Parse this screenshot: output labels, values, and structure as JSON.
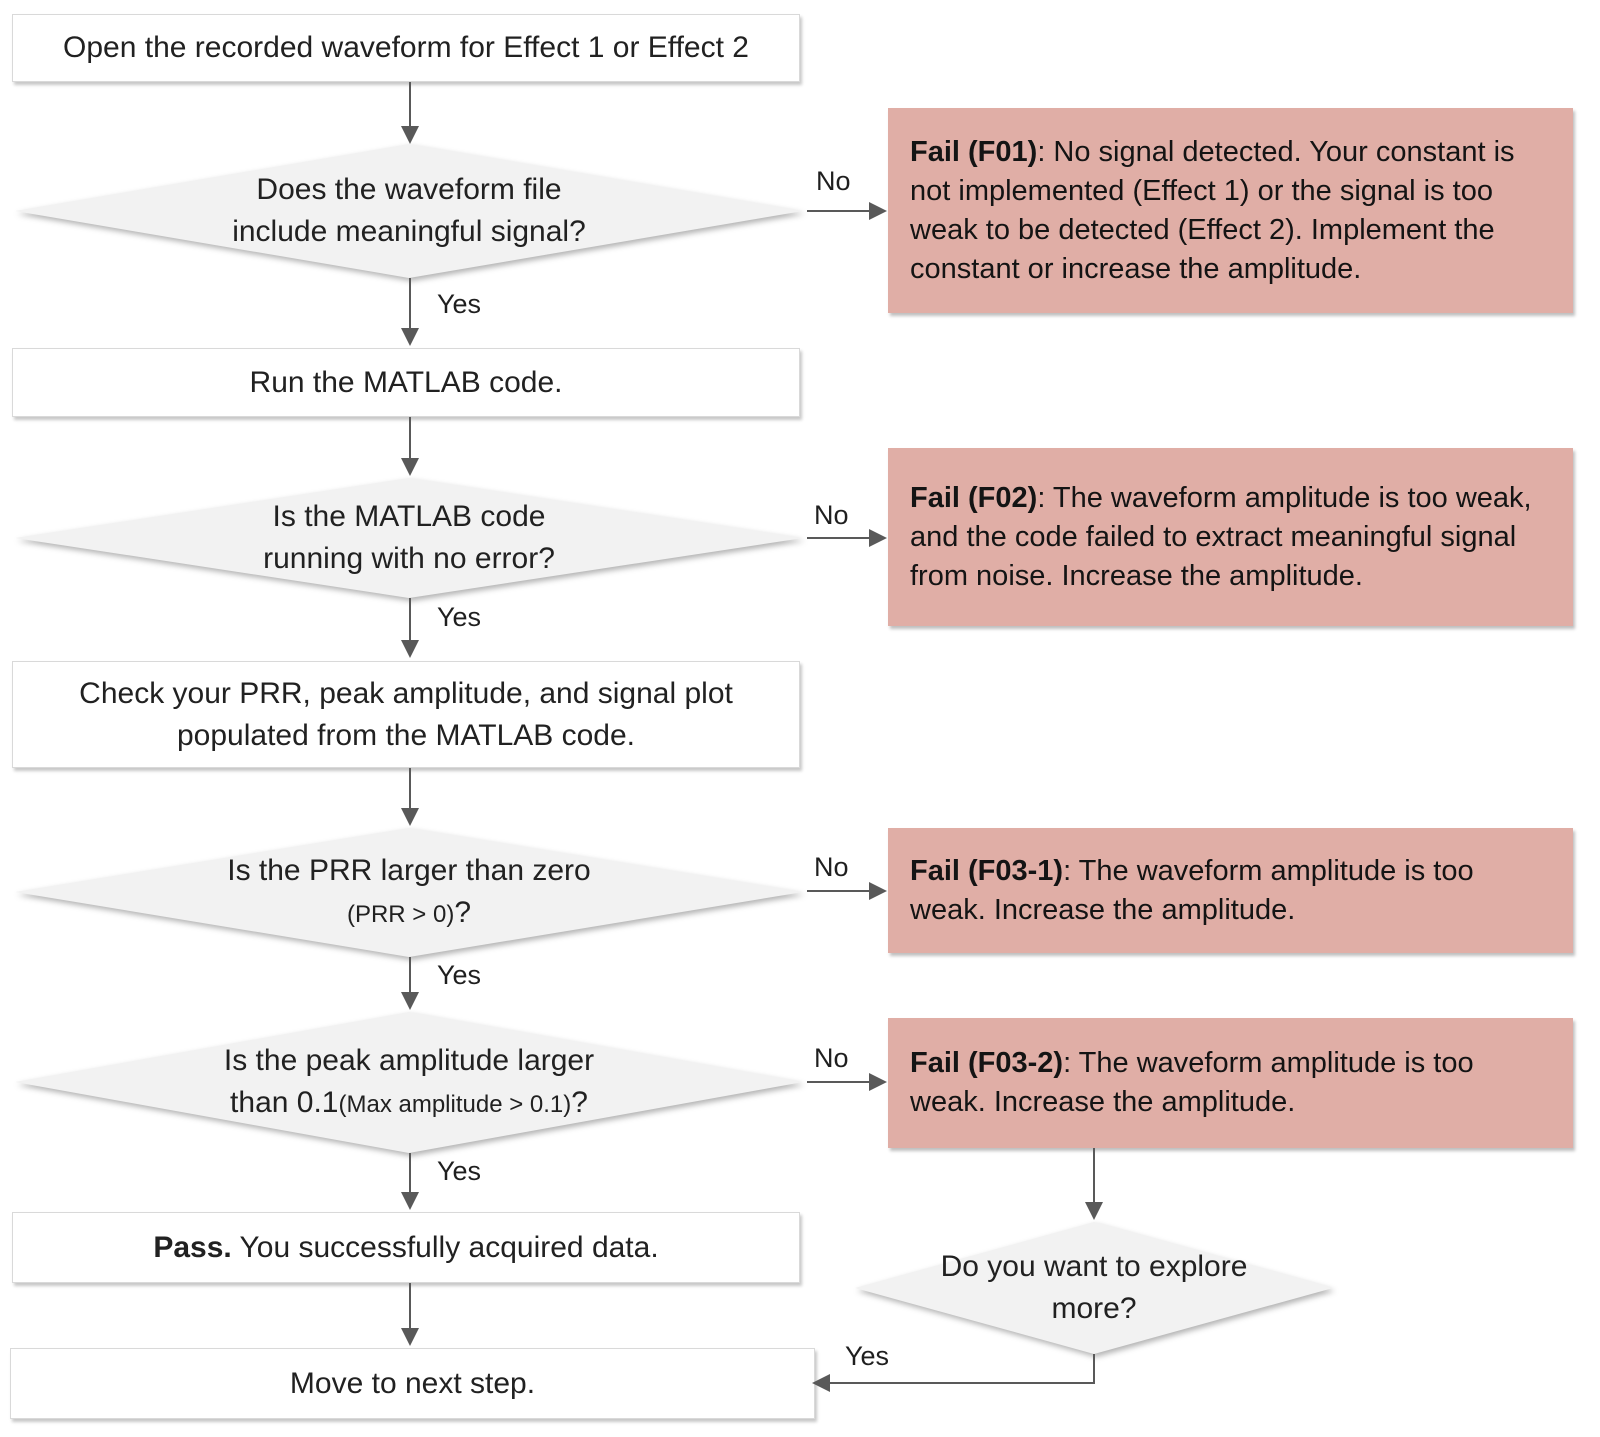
{
  "colors": {
    "fail_bg": "#e0aea6",
    "diamond_bg": "#f2f2f2",
    "box_border": "#d9d9d9",
    "arrow": "#595959",
    "text": "#212121"
  },
  "edges": {
    "yes": "Yes",
    "no": "No"
  },
  "nodes": {
    "open": {
      "text": "Open the recorded waveform for Effect 1 or Effect 2"
    },
    "signal_q": {
      "line1": "Does the waveform file",
      "line2": "include meaningful signal?"
    },
    "fail_f01": {
      "bold": "Fail (F01)",
      "rest": ": No signal detected. Your constant is not implemented (Effect 1) or the signal is too weak to be detected (Effect 2). Implement the constant or increase the amplitude."
    },
    "run": {
      "text": "Run the MATLAB code."
    },
    "error_q": {
      "line1": "Is the MATLAB code",
      "line2": "running with no error?"
    },
    "fail_f02": {
      "bold": "Fail (F02)",
      "rest": ": The waveform amplitude is too weak, and the code failed to extract meaningful signal from noise. Increase the amplitude."
    },
    "check": {
      "line1": "Check your PRR, peak amplitude, and signal plot",
      "line2": "populated from the MATLAB code."
    },
    "prr_q": {
      "line1": "Is the PRR  larger than zero",
      "cond": "(PRR > 0)",
      "q": "?"
    },
    "fail_f03_1": {
      "bold": "Fail (F03-1)",
      "rest": ": The waveform amplitude is too weak. Increase the amplitude."
    },
    "peak_q": {
      "line1": "Is the peak amplitude larger",
      "line2_prefix": "than 0.1",
      "cond": "(Max amplitude > 0.1)",
      "q": "?"
    },
    "fail_f03_2": {
      "bold": "Fail (F03-2)",
      "rest": ": The waveform amplitude is too weak. Increase the amplitude."
    },
    "pass": {
      "bold": "Pass.",
      "rest": " You successfully acquired data."
    },
    "explore_q": {
      "line1": "Do you want to explore",
      "line2": "more?"
    },
    "move": {
      "text": "Move to next step."
    }
  }
}
